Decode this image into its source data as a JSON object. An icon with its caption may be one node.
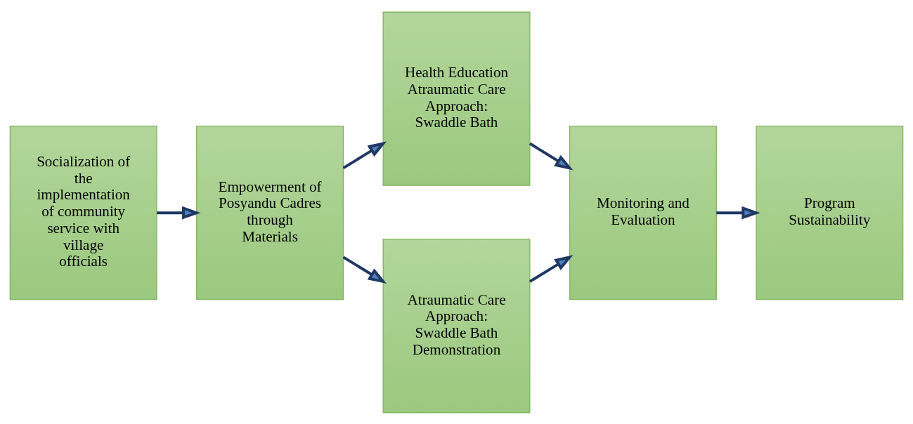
{
  "diagram": {
    "nodes": [
      {
        "text": [
          "Socialization of the implementation of community service with village officials"
        ]
      },
      {
        "text": [
          "Empowerment of Posyandu Cadres through Materials"
        ]
      },
      {
        "text": [
          "Health Education Atraumatic Care Approach: Swaddle Bath"
        ]
      },
      {
        "text": [
          "Atraumatic Care Approach: Swaddle Bath Demonstration"
        ]
      },
      {
        "text": [
          "Monitoring and Evaluation"
        ]
      },
      {
        "text": [
          "Program Sustainability"
        ]
      }
    ],
    "edges": [
      {
        "from": 0,
        "to": 1,
        "arrow": "to"
      },
      {
        "from": 1,
        "to": 2,
        "arrow": "to"
      },
      {
        "from": 1,
        "to": 3,
        "arrow": "to"
      },
      {
        "from": 2,
        "to": 4,
        "arrow": "to"
      },
      {
        "from": 3,
        "to": 4,
        "arrow": "to"
      },
      {
        "from": 4,
        "to": 5,
        "arrow": "to"
      }
    ]
  }
}
